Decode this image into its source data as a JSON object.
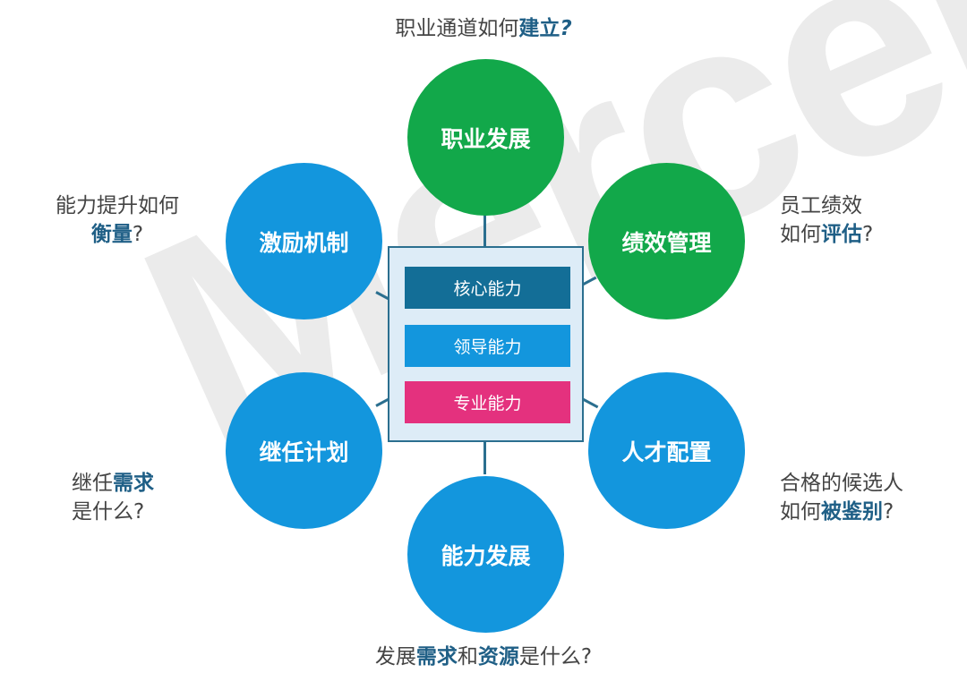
{
  "watermark": "Mercer",
  "center_box": {
    "bars": [
      {
        "label": "核心能力",
        "color": "#136e97"
      },
      {
        "label": "领导能力",
        "color": "#1396dd"
      },
      {
        "label": "专业能力",
        "color": "#e4317e"
      }
    ]
  },
  "circles": {
    "top": {
      "label": "职业发展",
      "color": "#12a84a"
    },
    "top_right": {
      "label": "绩效管理",
      "color": "#12a84a"
    },
    "bottom_right": {
      "label": "人才配置",
      "color": "#1396dd"
    },
    "bottom": {
      "label": "能力发展",
      "color": "#1396dd"
    },
    "bottom_left": {
      "label": "继任计划",
      "color": "#1396dd"
    },
    "top_left": {
      "label": "激励机制",
      "color": "#1396dd"
    }
  },
  "questions": {
    "top": {
      "plain": "职业通道如何",
      "highlight": "建立",
      "suffix": "?"
    },
    "top_left": {
      "line1": "能力提升如何",
      "highlight": "衡量",
      "suffix": "?"
    },
    "top_right": {
      "line1": "员工绩效",
      "prefix": "如何",
      "highlight": "评估",
      "suffix": "?"
    },
    "bottom_left": {
      "prefix": "继任",
      "highlight": "需求",
      "line2": "是什么?"
    },
    "bottom_right": {
      "line1": "合格的候选人",
      "prefix": "如何",
      "highlight": "被鉴别",
      "suffix": "?"
    },
    "bottom": {
      "prefix": "发展",
      "highlight": "需求",
      "middle": "和",
      "highlight2": "资源",
      "suffix": "是什么?"
    }
  },
  "colors": {
    "connector": "#2b6f8f",
    "center_bg": "#ddecf7",
    "highlight_text": "#1f5f86",
    "question_text": "#444444"
  }
}
